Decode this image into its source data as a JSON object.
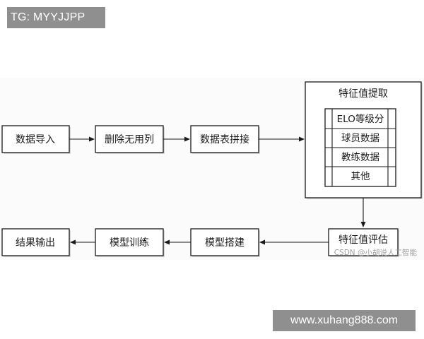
{
  "watermarks": {
    "top_left": "TG: MYYJJPP",
    "bottom_right": "www.xuhang888.com"
  },
  "flow": {
    "row1": [
      "数据导入",
      "删除无用列",
      "数据表拼接"
    ],
    "feature_box": {
      "title": "特征值提取",
      "items": [
        "ELO等级分",
        "球员数据",
        "教练数据",
        "其他"
      ]
    },
    "row2": [
      "特征值评估",
      "模型搭建",
      "模型训练",
      "结果输出"
    ]
  },
  "credit": "CSDN @小胡说人工智能"
}
